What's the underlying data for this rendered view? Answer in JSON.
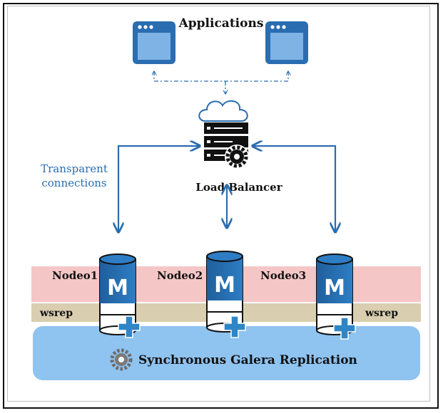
{
  "labels": {
    "applications": "Applications",
    "transparent_line1": "Transparent",
    "transparent_line2": "connections",
    "load_balancer": "Load Balancer",
    "node1": "Nodeo1",
    "node2": "Nodeo2",
    "node3": "Nodeo3",
    "wsrep_left": "wsrep",
    "wsrep_right": "wsrep",
    "replication": "Synchronous Galera Replication",
    "db_letter": "M"
  },
  "colors": {
    "accent_blue": "#2a6db0",
    "node_band": "#f5c6c6",
    "wsrep_band": "#d9ceb0",
    "replication_band": "#8fc3f0",
    "plus_cross": "#2f86c7"
  },
  "icons": [
    "app-window-icon",
    "cloud-icon",
    "server-rack-icon",
    "gear-icon",
    "database-cylinder-icon",
    "plus-cross-icon"
  ]
}
